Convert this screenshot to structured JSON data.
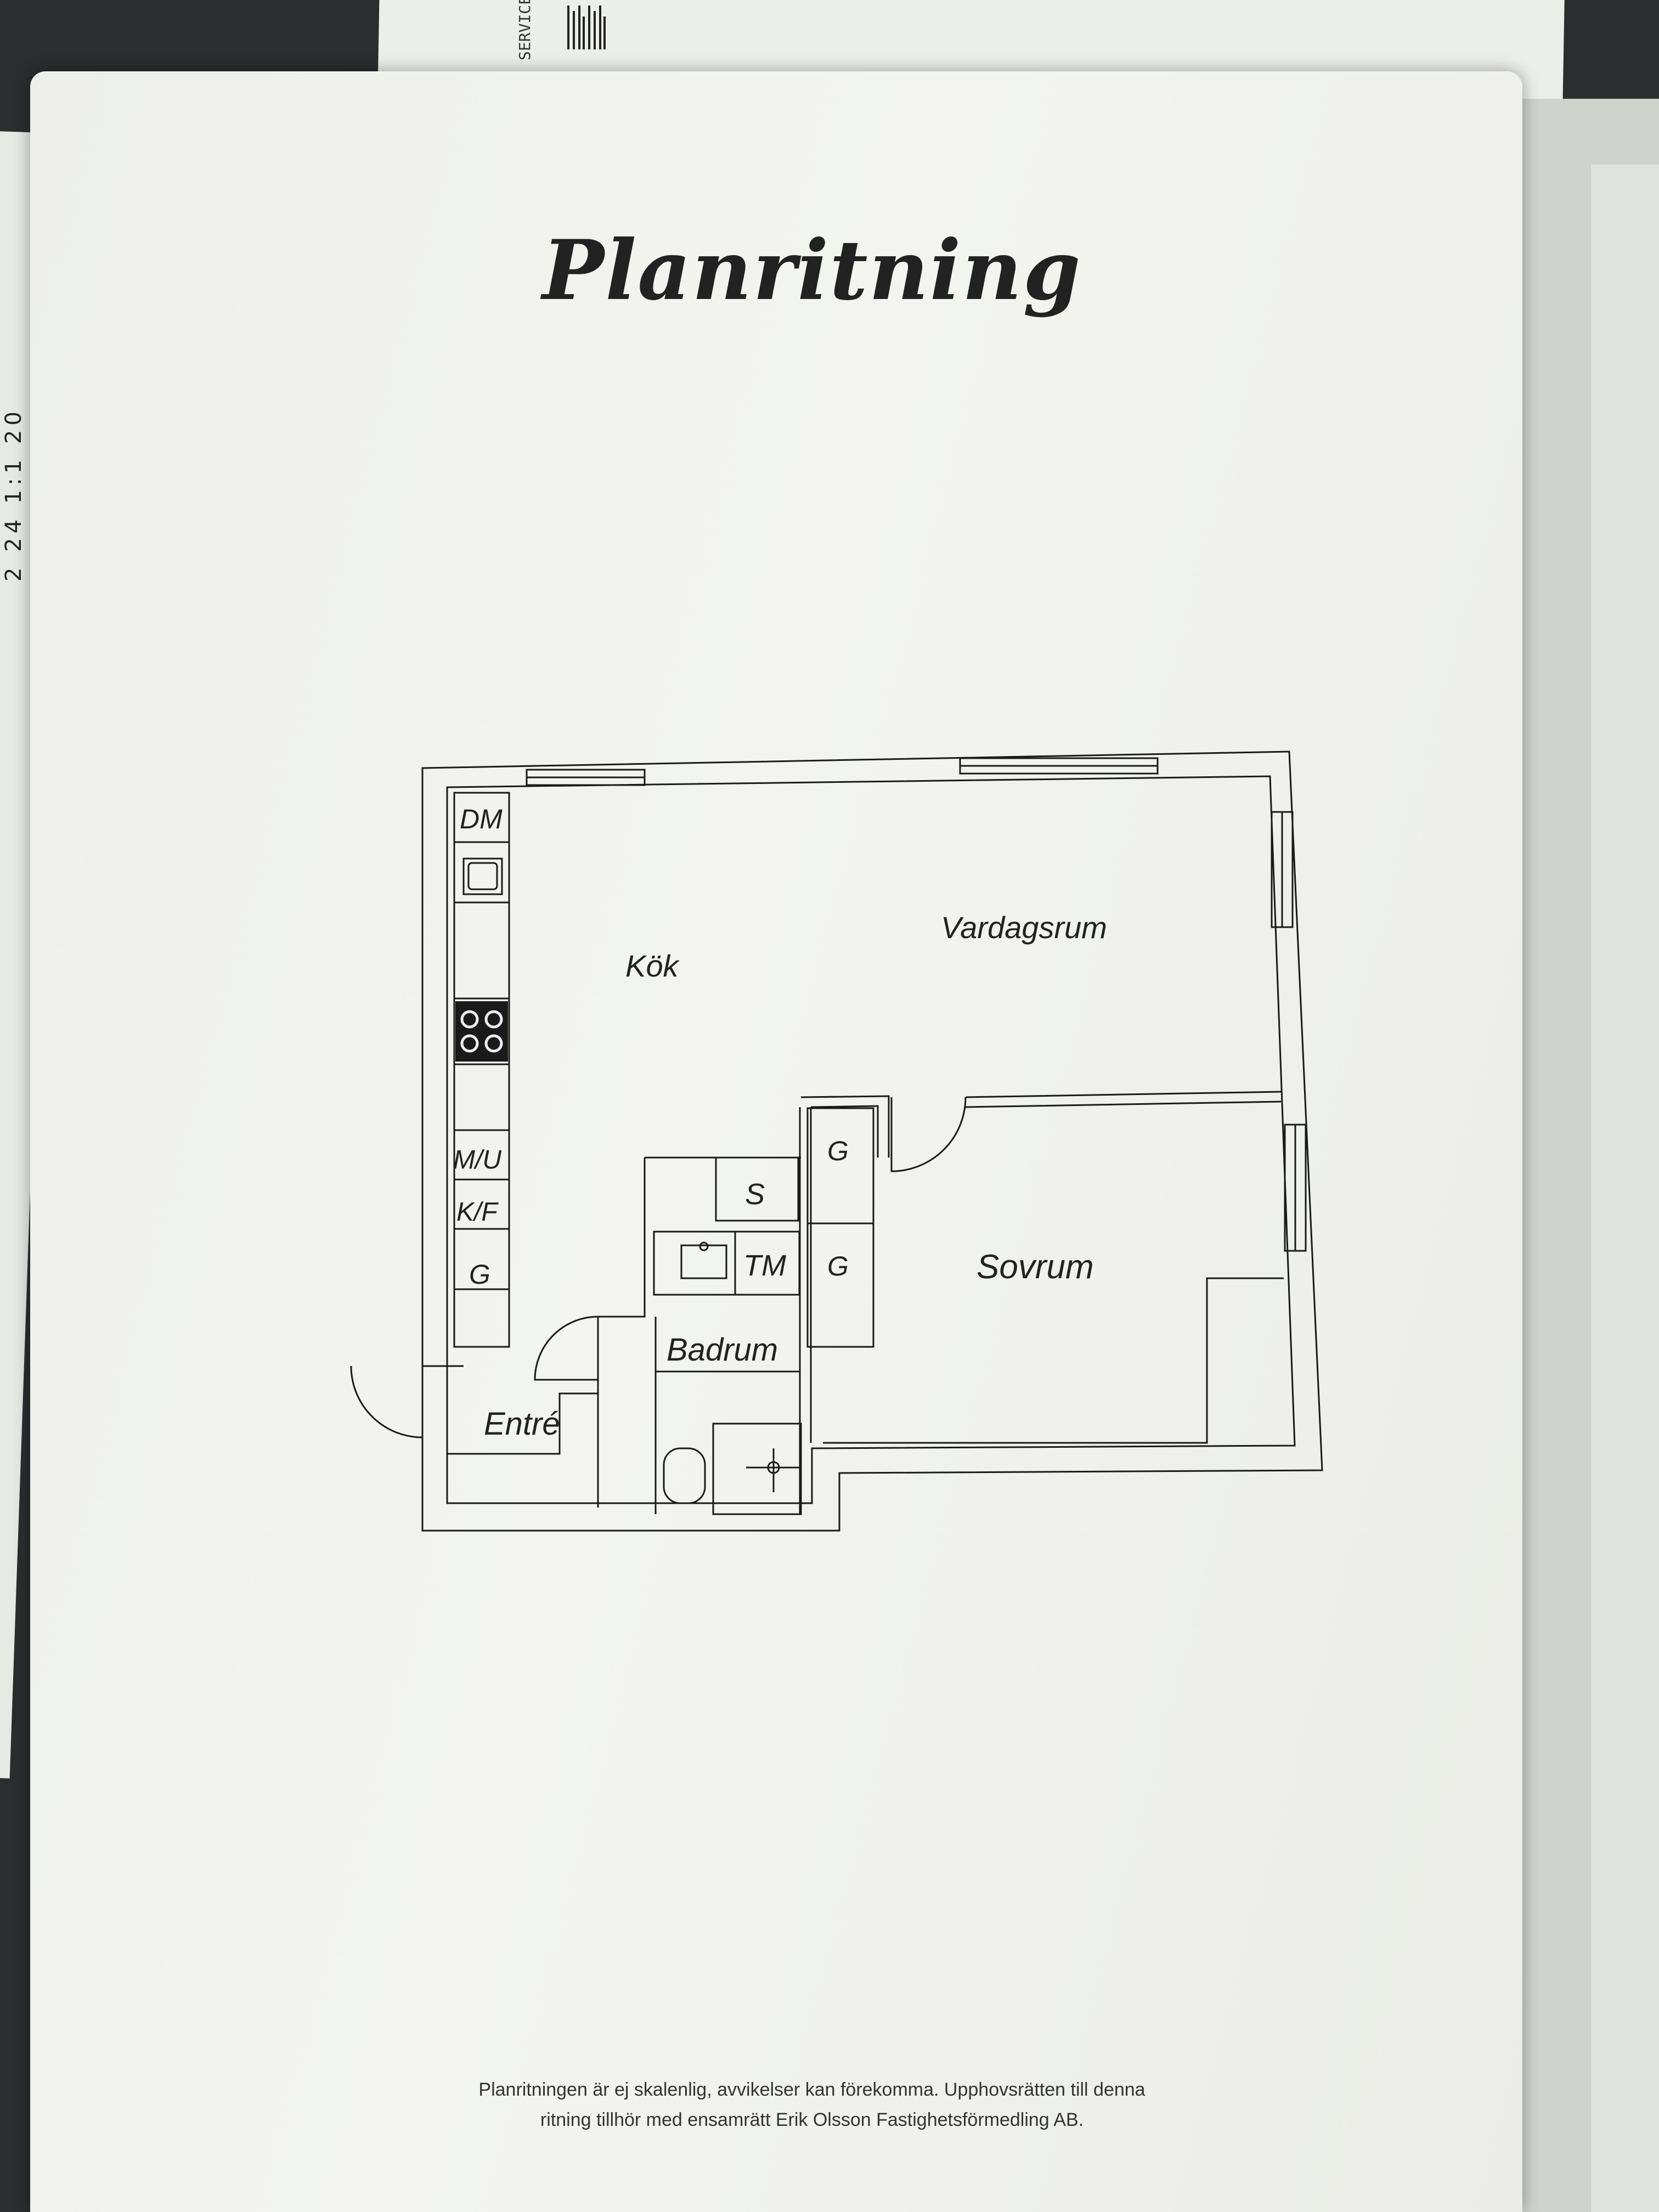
{
  "page": {
    "title": "Planritning",
    "footer": {
      "line1": "Planritningen är ej skalenlig, avvikelser kan förekomma. Upphovsrätten till denna",
      "line2": "ritning tillhör med ensamrätt Erik Olsson Fastighetsförmedling AB."
    }
  },
  "background": {
    "sheet_label": "SERVICE",
    "edge_text": "2 24 1:1 20"
  },
  "plan": {
    "rooms": {
      "kitchen": "Kök",
      "living_room": "Vardagsrum",
      "bedroom": "Sovrum",
      "bathroom": "Badrum",
      "entrance": "Entré"
    },
    "fixtures": {
      "dishwasher": "DM",
      "microwave": "M/U",
      "fridge_freezer": "K/F",
      "wardrobe_kitchen": "G",
      "storage": "S",
      "washing_machine": "TM",
      "wardrobe_bedroom_1": "G",
      "wardrobe_bedroom_2": "G"
    }
  }
}
